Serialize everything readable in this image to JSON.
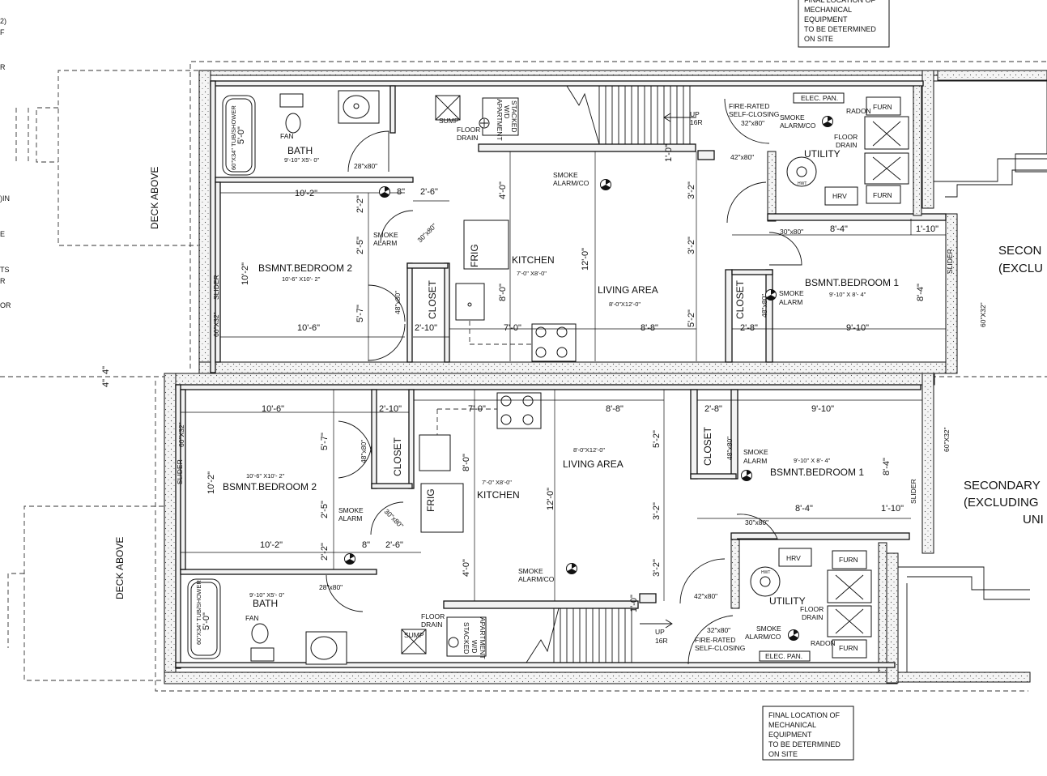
{
  "notes": {
    "mech_lines": [
      "FINAL LOCATION OF",
      "MECHANICAL",
      "EQUIPMENT",
      "TO BE DETERMINED",
      "ON SITE"
    ],
    "left_margin_fragments": [
      "2)",
      "F",
      "R",
      ")IN",
      "E",
      "TS",
      "R",
      "OR"
    ]
  },
  "exterior": {
    "deck_above": "DECK ABOVE",
    "secondary_top": [
      "SECON",
      "(EXCLU"
    ],
    "secondary_bottom": [
      "SECONDARY",
      "(EXCLUDING",
      "UNI"
    ],
    "window_60x32": "60\"X32\"",
    "slider": "SLIDER",
    "offset_dim": "4\"",
    "offset_dim2": "4\""
  },
  "rooms": {
    "bath": "BATH",
    "bath_size": "9'-10\" X5'- 0\"",
    "tub": "60\"X34\" TUB/SHOWER",
    "tub_len": "5'-0\"",
    "fan": "FAN",
    "bedroom2": "BSMNT.BEDROOM 2",
    "bedroom2_size": "10'-6\" X10'- 2\"",
    "bedroom1": "BSMNT.BEDROOM 1",
    "bedroom1_size": "9'-10\" X 8'- 4\"",
    "kitchen": "KITCHEN",
    "kitchen_size": "7'-0\" X8'-0\"",
    "living": "LIVING AREA",
    "living_size": "8'-0\"X12'-0\"",
    "utility": "UTILITY",
    "closet": "CLOSET",
    "frig": "FRIG",
    "sump": "SUMP",
    "floor_drain": [
      "FLOOR",
      "DRAIN"
    ],
    "washer": [
      "APARTMENT",
      "W/D",
      "STACKED"
    ],
    "smoke_alarm": [
      "SMOKE",
      "ALARM"
    ],
    "smoke_co": [
      "SMOKE",
      "ALARM/CO"
    ],
    "up": "UP",
    "risers": "16R",
    "elec": "ELEC. PAN.",
    "radon": "RADON",
    "furn": "FURN",
    "hrv": "HRV",
    "hwt": "HWT",
    "fire_door": [
      "FIRE-RATED",
      "SELF-CLOSING"
    ],
    "door_32": "32\"x80\"",
    "door_42": "42\"x80\"",
    "door_30": "30\"x80\"",
    "door_28": "28\"x80\"",
    "door_48": "48\"x80\"",
    "door_30b": "30\"x80\""
  },
  "dims": {
    "d10_2": "10'-2\"",
    "d10_6": "10'-6\"",
    "d2_2": "2'-2\"",
    "d2_5": "2'-5\"",
    "d5_7": "5'-7\"",
    "d8": "8\"",
    "d2_6": "2'-6\"",
    "d2_10": "2'-10\"",
    "d4_0": "4'-0\"",
    "d8_0": "8'-0\"",
    "d7_0": "7'-0\"",
    "d12_0": "12'-0\"",
    "d8_8": "8'-8\"",
    "d1_0": "1'-0\"",
    "d3_2": "3'-2\"",
    "d5_2": "5'-2\"",
    "d2_8": "2'-8\"",
    "d9_10": "9'-10\"",
    "d8_4": "8'-4\"",
    "d1_10": "1'-10\""
  }
}
